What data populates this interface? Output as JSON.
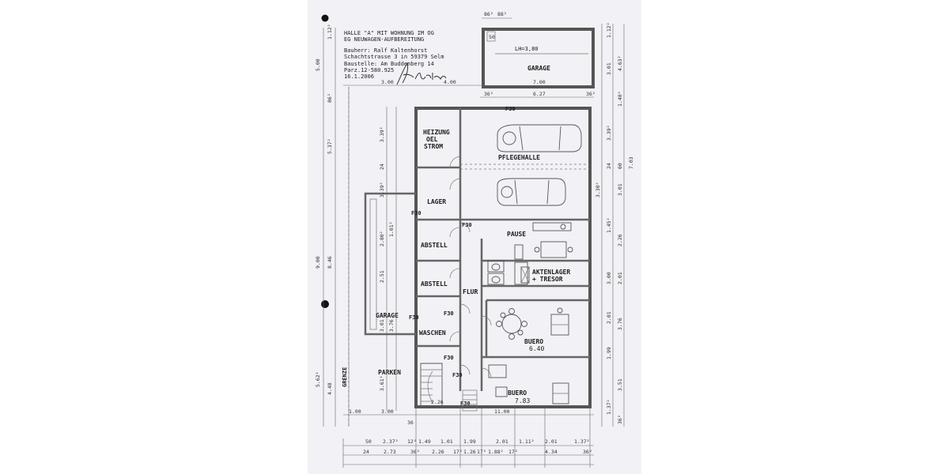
{
  "header": {
    "line1": "HALLE \"A\" MIT WOHNUNG IM OG",
    "line2": "EG NEUWAGEN-AUFBEREITUNG",
    "owner": "Bauherr: Ralf Kaltenhorst",
    "address": "Schachtstrasse 3 in 59379 Selm",
    "site": "Baustelle: Am Buddenberg 14",
    "parcel": "Parz.12-580.925",
    "date": "16.1.2006"
  },
  "rooms": {
    "garage_top": "GARAGE",
    "lh": "LH=3,80",
    "heizung1": "HEIZUNG",
    "heizung2": "OEL",
    "heizung3": "STROM",
    "pflegehalle": "PFLEGEHALLE",
    "lager": "LAGER",
    "pause": "PAUSE",
    "abstell1": "ABSTELL",
    "abstell2": "ABSTELL",
    "aktenlager1": "AKTENLAGER",
    "aktenlager2": "+ TRESOR",
    "flur": "FLUR",
    "garage_left": "GARAGE",
    "waschen": "WASCHEN",
    "buero1": "BUERO",
    "buero1_area": "6.40",
    "buero2": "BUERO",
    "buero2_area": "7.83",
    "parken": "PARKEN",
    "grenze": "GRENZE"
  },
  "fire": {
    "f1": "F30",
    "f2": "F30",
    "f3": "F30",
    "f4": "F30",
    "f5": "F30",
    "f6": "F30",
    "f7": "F30",
    "f8": "F30"
  },
  "dims": {
    "top_86": "86²",
    "top_88": "88²",
    "t_50": "50",
    "g_700": "7.00",
    "g_300": "3.00",
    "g_400": "4.00",
    "g_36a": "36²",
    "g_627": "6.27",
    "g_36b": "36²",
    "b_100": "1.00",
    "b_300": "3.00",
    "b_1100": "11.00",
    "b_226": "2.26",
    "b_36": "36",
    "r1_50": "50",
    "r1_237": "2.37²",
    "r1_12": "12²",
    "r1_149": "1.49",
    "r1_101": "1.01",
    "r1_199": "1.99",
    "r1_201a": "2.01",
    "r1_111": "1.11²",
    "r1_201b": "2.01",
    "r1_137": "1.37²",
    "r2_24": "24",
    "r2_273": "2.73",
    "r2_36a": "36²",
    "r2_226": "2.26",
    "r2_17a": "17²",
    "r2_126": "1.26",
    "r2_17b": "17²",
    "r2_188": "1.88²",
    "r2_17c": "17²",
    "r2_434": "4.34",
    "r2_36b": "36²",
    "l_500": "5.00",
    "l_112": "1.12²",
    "l_86": "86²",
    "l_537": "5.37²",
    "l_900": "9.00",
    "l_846": "8.46",
    "l_562": "5.62²",
    "l_448": "4.48",
    "l_339a": "3.39²",
    "l_24": "24",
    "l_339b": "3.39²",
    "l_280": "2.80²",
    "l_251": "2.51",
    "l_376": "3.76",
    "l_301": "3.01",
    "l_361": "3.61²",
    "l_101": "1.01²",
    "rt_112": "1.12²",
    "rt_301": "3.01",
    "rt_463": "4.63²",
    "rt_148": "1.48²",
    "rt_339": "3.39²",
    "rt_24": "24",
    "rt_60": "60",
    "rt_703": "7.03",
    "rt_330": "3.30²",
    "rt_301b": "3.01",
    "rt_145": "1.45²",
    "rt_226": "2.26",
    "rt_300": "3.00",
    "rt_201": "2.01",
    "rt_199": "1.99",
    "rt_376": "3.76",
    "rt_201b": "2.01",
    "rt_351": "3.51",
    "rt_137": "1.37²",
    "rt_36": "36²"
  }
}
